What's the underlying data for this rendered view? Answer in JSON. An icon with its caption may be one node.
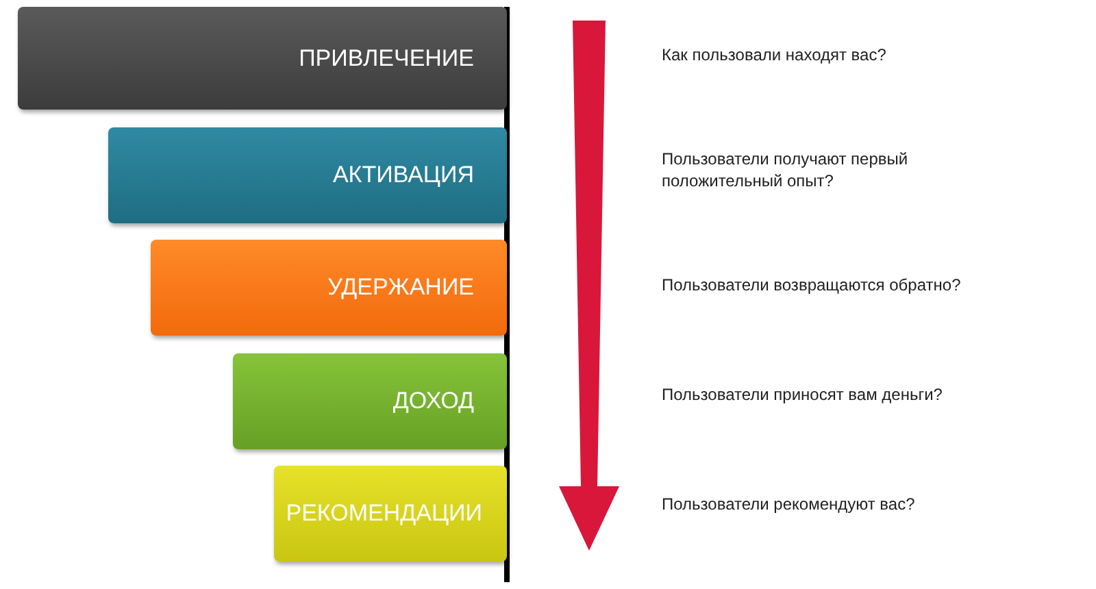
{
  "diagram": {
    "nodes": [
      {
        "text": [
          "ПРИВЛЕЧЕНИЕ"
        ]
      },
      {
        "text": [
          "АКТИВАЦИЯ"
        ]
      },
      {
        "text": [
          "УДЕРЖАНИЕ"
        ]
      },
      {
        "text": [
          "ДОХОД"
        ]
      },
      {
        "text": [
          "РЕКОМЕНДАЦИИ"
        ]
      }
    ],
    "labels": [
      "Как пользовали находят вас?",
      "Пользователи получают первый положительный опыт?",
      "Пользователи возвращаются обратно?",
      "Пользователи приносят вам деньги?",
      "Пользователи рекомендуют вас?"
    ]
  }
}
